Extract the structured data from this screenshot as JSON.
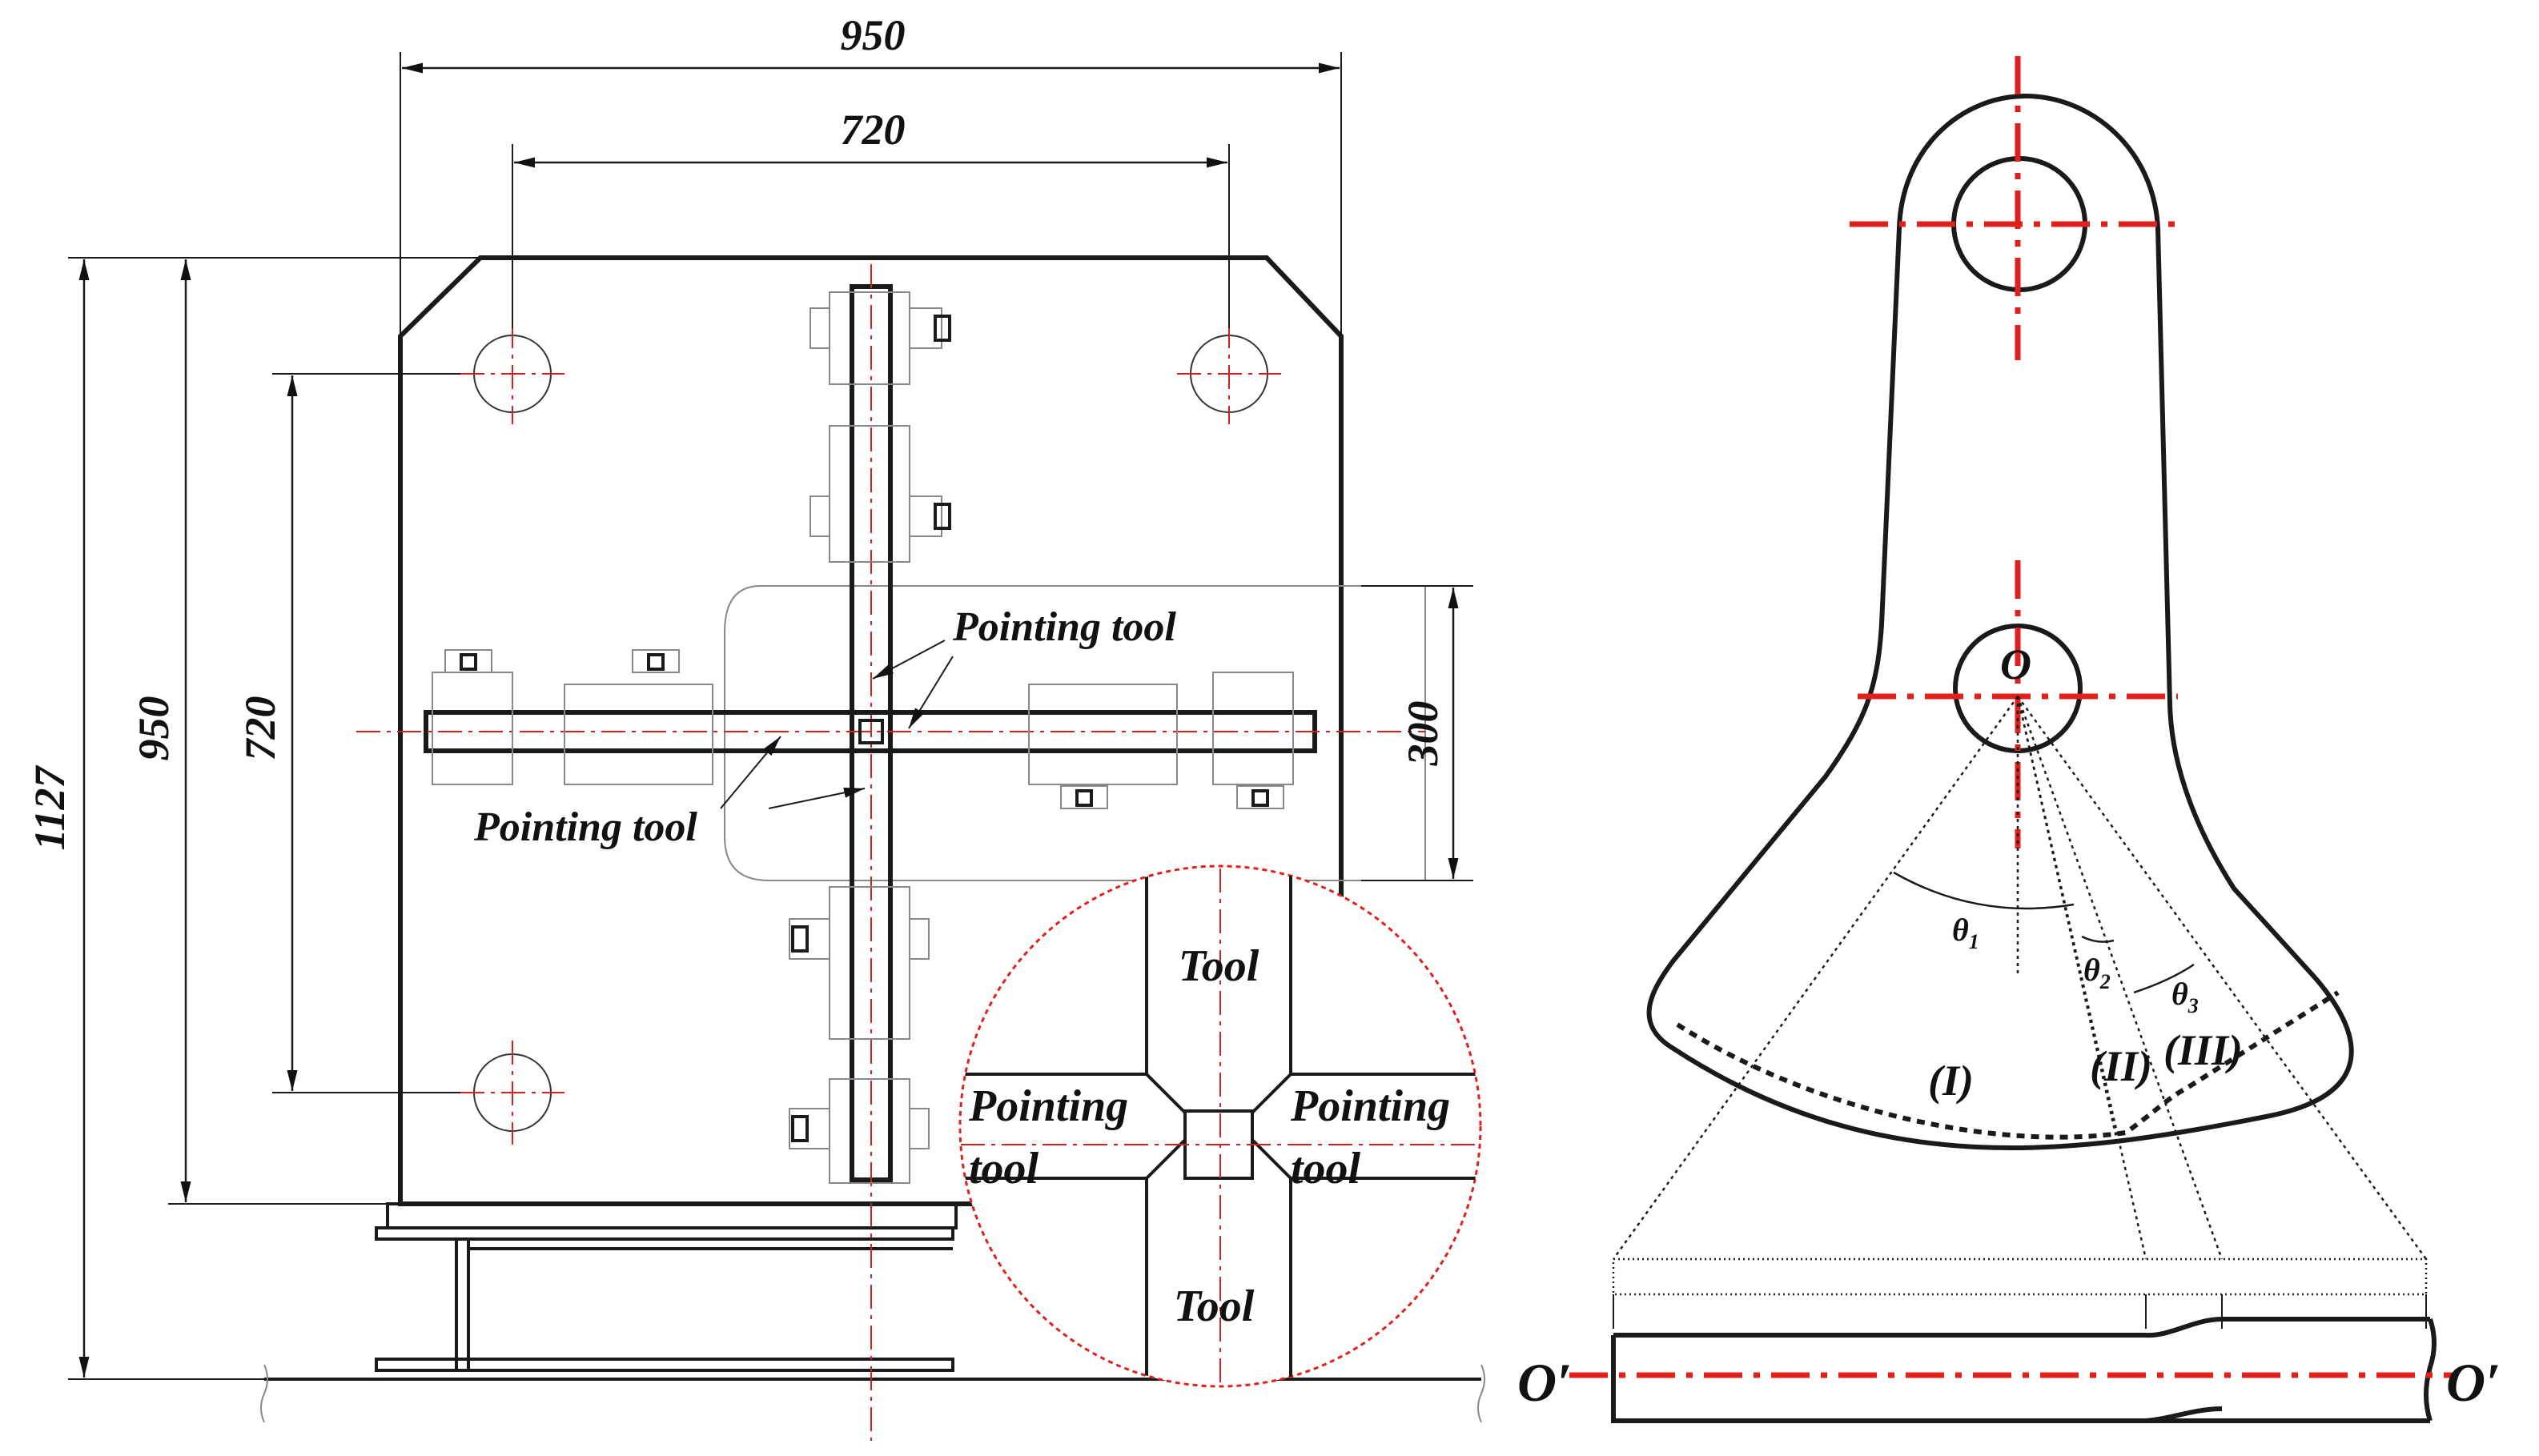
{
  "dimensions": {
    "top_outer": "950",
    "top_inner": "720",
    "left_total": "1127",
    "left_outer": "950",
    "left_inner": "720",
    "right_center": "300"
  },
  "labels": {
    "pointing_tool_upper": "Pointing tool",
    "pointing_tool_lower": "Pointing tool",
    "detail_tool_top": "Tool",
    "detail_tool_bottom": "Tool",
    "detail_pointing_left_1": "Pointing",
    "detail_pointing_left_2": "tool",
    "detail_pointing_right_1": "Pointing",
    "detail_pointing_right_2": "tool"
  },
  "hammer": {
    "center_label": "O",
    "angle_1": "θ",
    "angle_1_sub": "1",
    "angle_2": "θ",
    "angle_2_sub": "2",
    "angle_3": "θ",
    "angle_3_sub": "3",
    "region_1": "(I)",
    "region_2": "(II)",
    "region_3": "(III)",
    "axis_left": "O′",
    "axis_right": "O′"
  },
  "colors": {
    "outline": "#1a1a1a",
    "centerline": "#e0201b",
    "detail_circle": "#e0201b"
  }
}
